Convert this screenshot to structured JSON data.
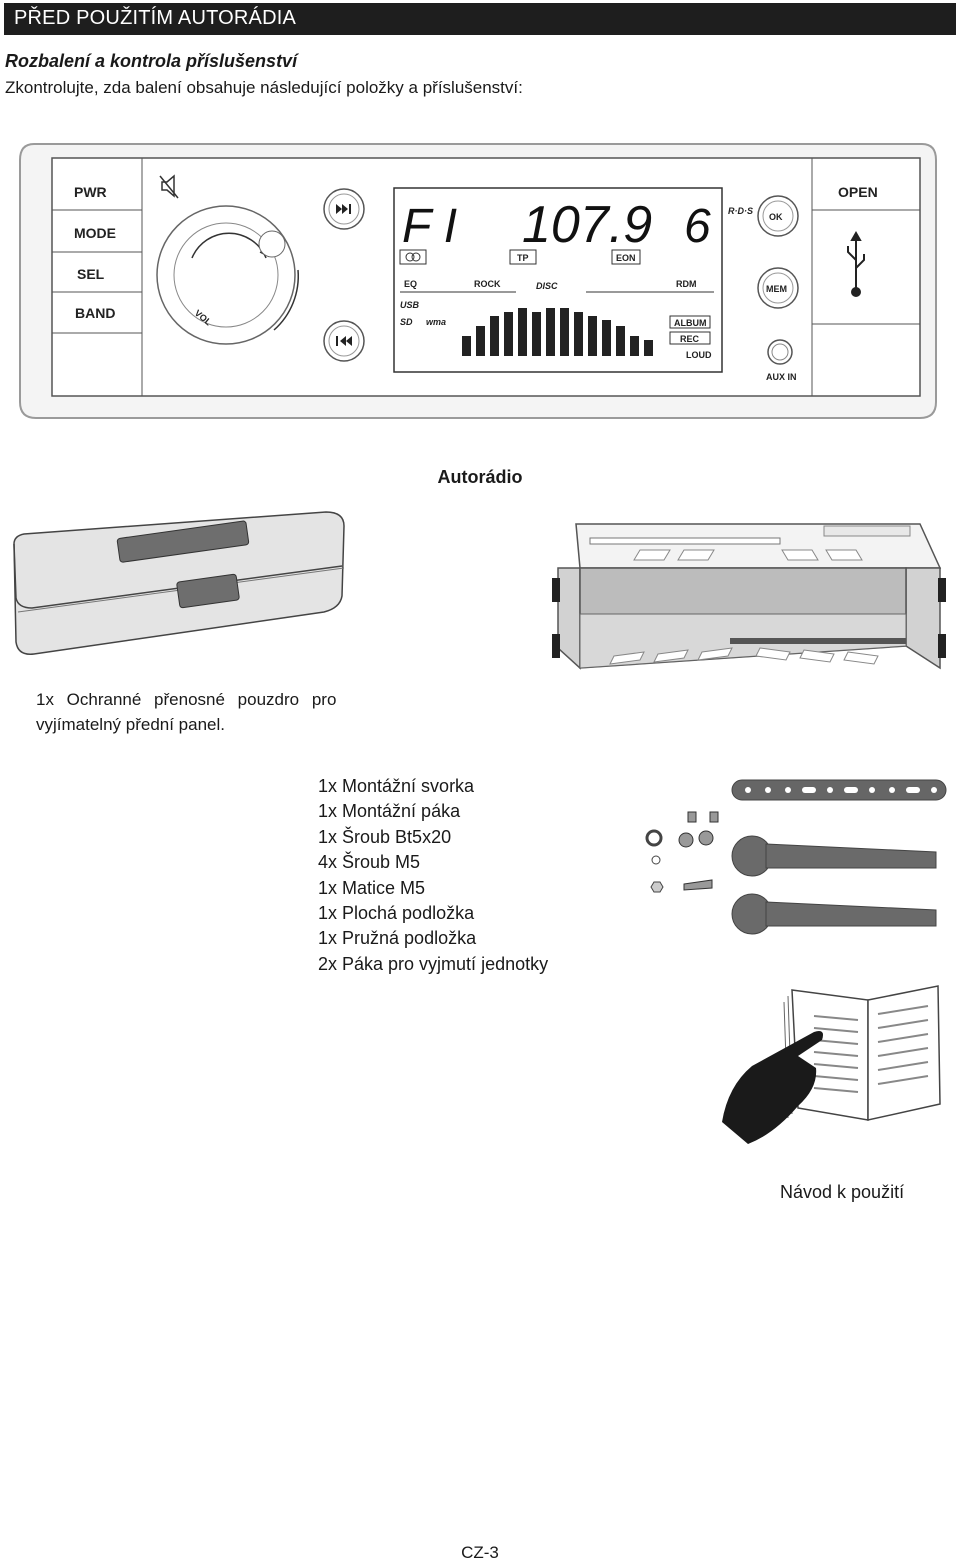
{
  "header": {
    "title": "PŘED POUŽITÍM AUTORÁDIA"
  },
  "section": {
    "title": "Rozbalení a kontrola příslušenství",
    "intro": "Zkontrolujte, zda balení obsahuje následující položky a příslušenství:"
  },
  "radio": {
    "caption": "Autorádio",
    "buttons": {
      "pwr": "PWR",
      "mode": "MODE",
      "sel": "SEL",
      "band": "BAND",
      "open": "OPEN",
      "ok": "OK",
      "mem": "MEM"
    },
    "aux_label": "AUX IN",
    "vol_label": "VOL",
    "display": {
      "band": "F I",
      "frequency": "107.9",
      "preset": "6",
      "indicators": {
        "tp": "TP",
        "eon": "EON",
        "eq": "EQ",
        "rock": "ROCK",
        "rdm": "RDM",
        "disc": "DISC",
        "usb": "USB",
        "sd": "SD",
        "wma": "wma",
        "album": "ALBUM",
        "rec": "REC",
        "loud": "LOUD",
        "rds": "R·D·S"
      }
    }
  },
  "case": {
    "caption_line1": "1x Ochranné přenosné pouzdro pro",
    "caption_line2": "vyjímatelný přední panel."
  },
  "accessories": {
    "items": [
      "1x Montážní svorka",
      "1x Montážní páka",
      "1x Šroub Bt5x20",
      "4x Šroub M5",
      "1x Matice M5",
      "1x Plochá podložka",
      "1x Pružná podložka",
      "2x Páka pro vyjmutí jednotky"
    ]
  },
  "manual": {
    "caption": "Návod k použití"
  },
  "footer": {
    "page": "CZ-3"
  }
}
